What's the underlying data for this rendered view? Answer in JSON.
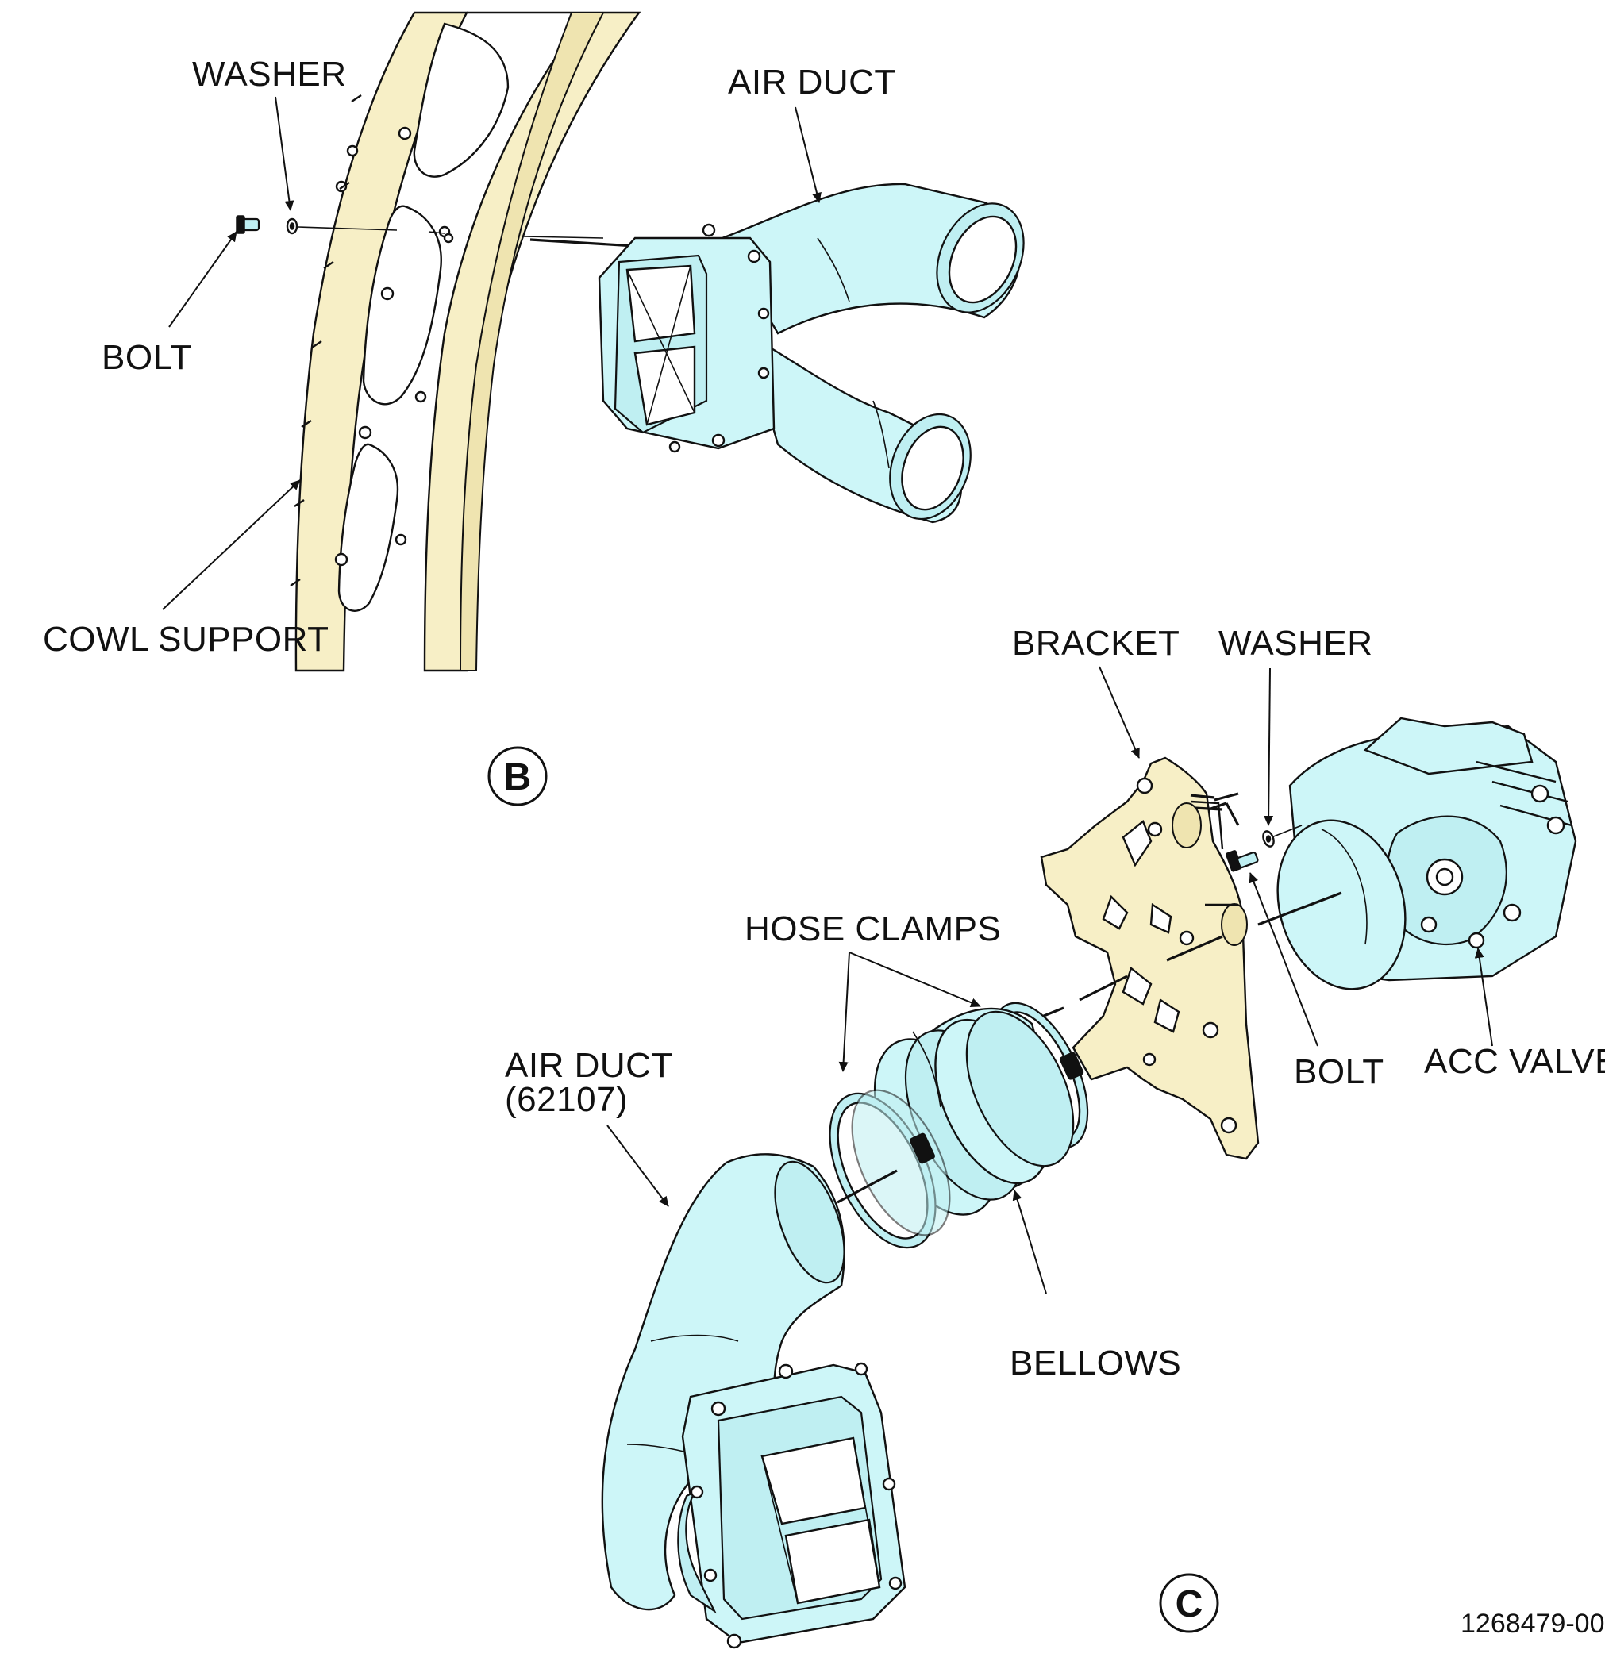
{
  "view_b": {
    "view_label": "B",
    "labels": {
      "washer": "WASHER",
      "air_duct": "AIR DUCT",
      "bolt": "BOLT",
      "cowl_support": "COWL SUPPORT"
    }
  },
  "view_c": {
    "view_label": "C",
    "labels": {
      "bracket": "BRACKET",
      "washer": "WASHER",
      "hose_clamps": "HOSE CLAMPS",
      "air_duct_line1": "AIR DUCT",
      "air_duct_line2": "(62107)",
      "bolt": "BOLT",
      "acc_valve": "ACC VALVE",
      "bellows": "BELLOWS"
    }
  },
  "figure_number": "1268479-00",
  "colors": {
    "duct_cyan": "#cdf6f8",
    "support_tan": "#f7efc6",
    "line_black": "#111111"
  }
}
